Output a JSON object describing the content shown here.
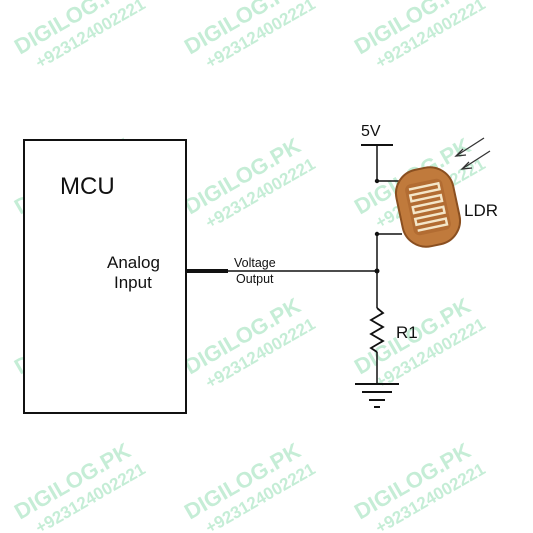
{
  "mcu": {
    "title": "MCU",
    "input_line1": "Analog",
    "input_line2": "Input"
  },
  "wire": {
    "label_line1": "Voltage",
    "label_line2": "Output"
  },
  "supply": {
    "label": "5V"
  },
  "ldr": {
    "label": "LDR"
  },
  "resistor": {
    "label": "R1"
  },
  "watermark": {
    "brand": "DIGILOG.PK",
    "phone": "+923124002221"
  },
  "colors": {
    "ink": "#111111",
    "ldr_body": "#c07a3c",
    "ldr_edge": "#8a4f20",
    "ldr_track": "#f4e6c8",
    "watermark": "#7fd9a6"
  }
}
